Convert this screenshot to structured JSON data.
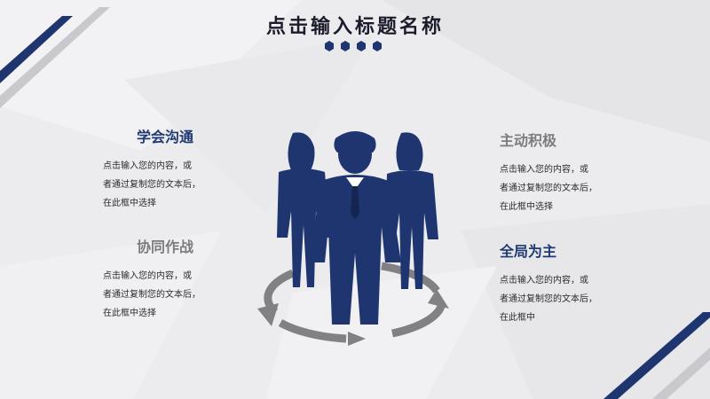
{
  "title": "点击输入标题名称",
  "colors": {
    "navy": "#1e3570",
    "grey": "#808085",
    "background": "#ececee"
  },
  "icons": [
    "business-team-icon",
    "circular-arrows-icon",
    "hexagon-dot-icon"
  ],
  "sections": [
    {
      "heading": "学会沟通",
      "body": "点击输入您的内容，或\n者通过复制您的文本后，\n在此框中选择"
    },
    {
      "heading": "协同作战",
      "body": "点击输入您的内容，或\n者通过复制您的文本后，\n在此框中选择"
    },
    {
      "heading": "主动积极",
      "body": "点击输入您的内容，或\n者通过复制您的文本后，\n在此框中选择"
    },
    {
      "heading": "全局为主",
      "body": "点击输入您的内容，或\n者通过复制您的文本后，\n在此框中"
    }
  ]
}
